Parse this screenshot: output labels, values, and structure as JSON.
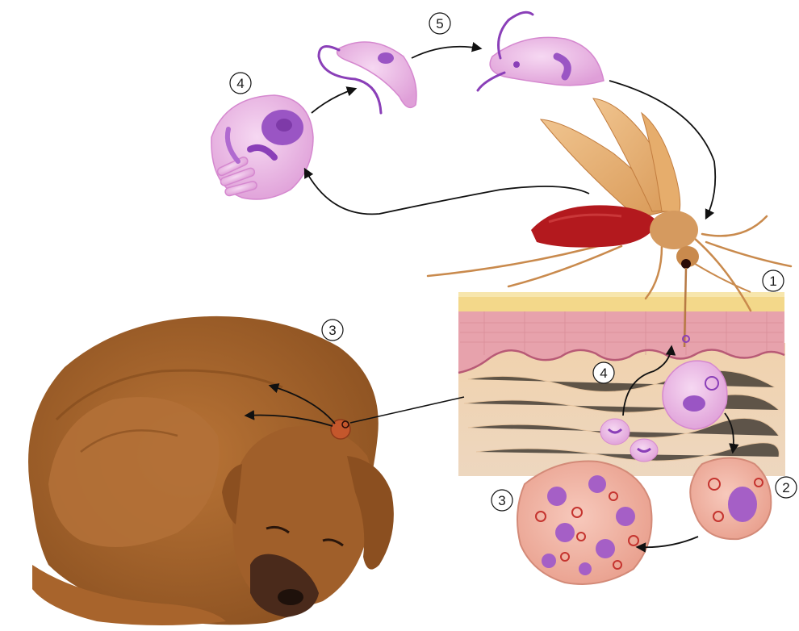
{
  "step_markers": [
    {
      "id": "step-1-marker",
      "label": "1"
    },
    {
      "id": "step-2-marker",
      "label": "2"
    },
    {
      "id": "step-3-tissue-marker",
      "label": "3"
    },
    {
      "id": "step-3-dog-marker",
      "label": "3"
    },
    {
      "id": "step-4-skin-marker",
      "label": "4"
    },
    {
      "id": "step-4-gut-marker",
      "label": "4"
    },
    {
      "id": "step-5-marker",
      "label": "5"
    }
  ],
  "colors": {
    "parasite_fill": "#e8b6e3",
    "parasite_nucleus": "#9a55c4",
    "flagellum": "#8a3fb8",
    "sandfly_body": "#d59a5f",
    "blood_meal": "#b3191e",
    "dog_fur": "#a8642c",
    "skin_epidermis": "#e9a6b0",
    "dermis": "#efd2ae",
    "infected_cell": "#f1b5a6"
  }
}
